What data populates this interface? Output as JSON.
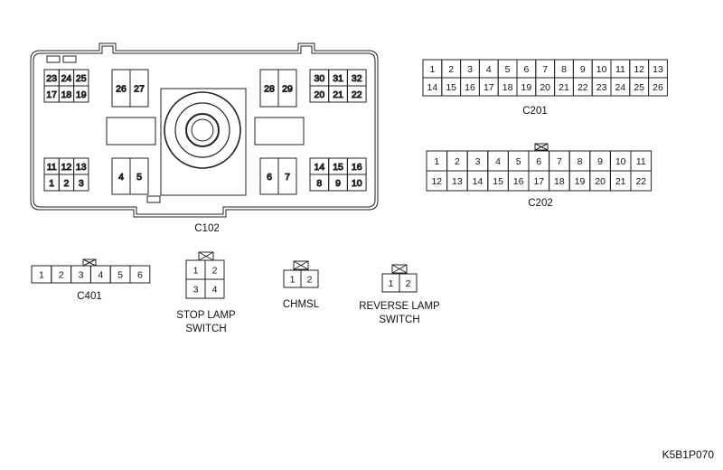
{
  "diagram": {
    "reference_code": "K5B1P070",
    "connectors": {
      "c102": {
        "label": "C102",
        "group_top_left": [
          [
            "23",
            "24",
            "25"
          ],
          [
            "17",
            "18",
            "19"
          ]
        ],
        "group_26_27": [
          "26",
          "27"
        ],
        "group_28_29": [
          "28",
          "29"
        ],
        "group_top_right": [
          [
            "30",
            "31",
            "32"
          ],
          [
            "20",
            "21",
            "22"
          ]
        ],
        "group_bottom_left": [
          [
            "11",
            "12",
            "13"
          ],
          [
            "1",
            "2",
            "3"
          ]
        ],
        "group_4_5": [
          "4",
          "5"
        ],
        "group_6_7": [
          "6",
          "7"
        ],
        "group_bottom_right": [
          [
            "14",
            "15",
            "16"
          ],
          [
            "8",
            "9",
            "10"
          ]
        ]
      },
      "c201": {
        "label": "C201",
        "rows": [
          [
            "1",
            "2",
            "3",
            "4",
            "5",
            "6",
            "7",
            "8",
            "9",
            "10",
            "11",
            "12",
            "13"
          ],
          [
            "14",
            "15",
            "16",
            "17",
            "18",
            "19",
            "20",
            "21",
            "22",
            "23",
            "24",
            "25",
            "26"
          ]
        ]
      },
      "c202": {
        "label": "C202",
        "rows": [
          [
            "1",
            "2",
            "3",
            "4",
            "5",
            "6",
            "7",
            "8",
            "9",
            "10",
            "11"
          ],
          [
            "12",
            "13",
            "14",
            "15",
            "16",
            "17",
            "18",
            "19",
            "20",
            "21",
            "22"
          ]
        ]
      },
      "c401": {
        "label": "C401",
        "pins": [
          "1",
          "2",
          "3",
          "4",
          "5",
          "6"
        ]
      },
      "stop_lamp_switch": {
        "label_line1": "STOP LAMP",
        "label_line2": "SWITCH",
        "rows": [
          [
            "1",
            "2"
          ],
          [
            "3",
            "4"
          ]
        ]
      },
      "chmsl": {
        "label": "CHMSL",
        "pins": [
          "1",
          "2"
        ]
      },
      "reverse_lamp_switch": {
        "label_line1": "REVERSE LAMP",
        "label_line2": "SWITCH",
        "pins": [
          "1",
          "2"
        ]
      }
    }
  }
}
